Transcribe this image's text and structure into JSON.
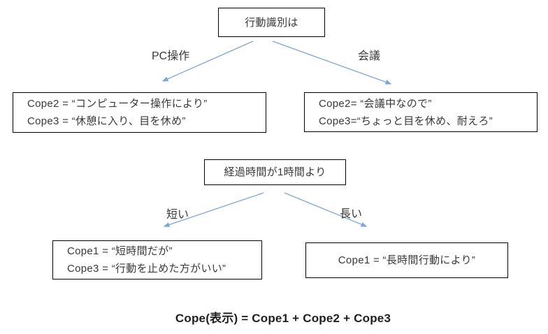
{
  "diagram": {
    "root_box": {
      "label": "行動識別は"
    },
    "level1": {
      "left_edge_label": "PC操作",
      "right_edge_label": "会議",
      "left_box": {
        "line1": "Cope2 = “コンピューター操作により”",
        "line2": "Cope3 = “休憩に入り、目を休め”"
      },
      "right_box": {
        "line1": "Cope2= “会議中なので”",
        "line2": "Cope3=“ちょっと目を休め、耐えろ”"
      }
    },
    "decision_box": {
      "label": "経過時間が1時間より"
    },
    "level2": {
      "left_edge_label": "短い",
      "right_edge_label": "長い",
      "left_box": {
        "line1": "Cope1 = “短時間だが”",
        "line2": "Cope3 = “行動を止めた方がいい”"
      },
      "right_box": {
        "line1": "Cope1 = “長時間行動により”"
      }
    },
    "formula": "Cope(表示) = Cope1 + Cope2 + Cope3",
    "colors": {
      "arrow": "#7CA6D6",
      "box_border": "#000000",
      "text": "#383838"
    }
  }
}
